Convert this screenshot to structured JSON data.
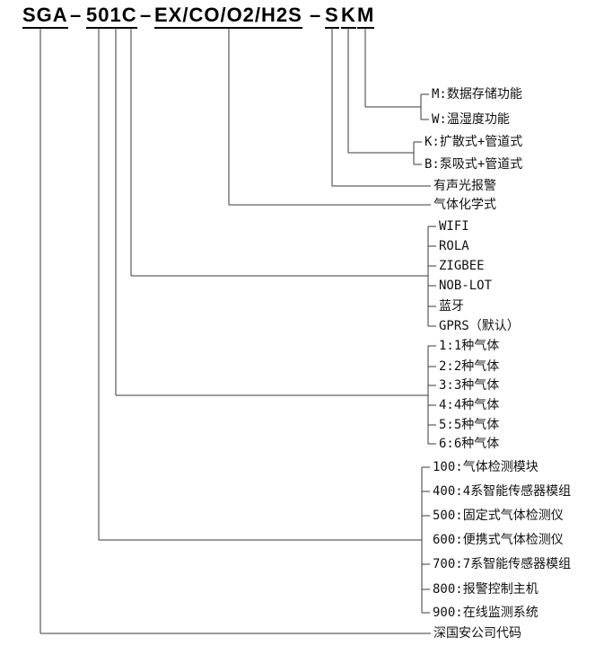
{
  "title": {
    "company_code": "SGA",
    "model_code": "501C",
    "gas_list": "EX/CO/O2/H2S",
    "suffix_letters": [
      "S",
      "K",
      "M"
    ],
    "dash": "–"
  },
  "legend": {
    "storage": [
      "M:数据存储功能",
      "W:温湿度功能"
    ],
    "sampling": [
      "K:扩散式+管道式",
      "B:泵吸式+管道式"
    ],
    "alarm": "有声光报警",
    "gas_formula": "气体化学式",
    "communication": [
      "WIFI",
      "ROLA",
      "ZIGBEE",
      "NOB-LOT",
      "蓝牙",
      "GPRS（默认）"
    ],
    "gas_count": [
      "1:1种气体",
      "2:2种气体",
      "3:3种气体",
      "4:4种气体",
      "5:5种气体",
      "6:6种气体"
    ],
    "series": [
      "100:气体检测模块",
      "400:4系智能传感器模组",
      "500:固定式气体检测仪",
      "600:便携式气体检测仪",
      "700:7系智能传感器模组",
      "800:报警控制主机",
      "900:在线监测系统"
    ],
    "company": "深国安公司代码"
  }
}
